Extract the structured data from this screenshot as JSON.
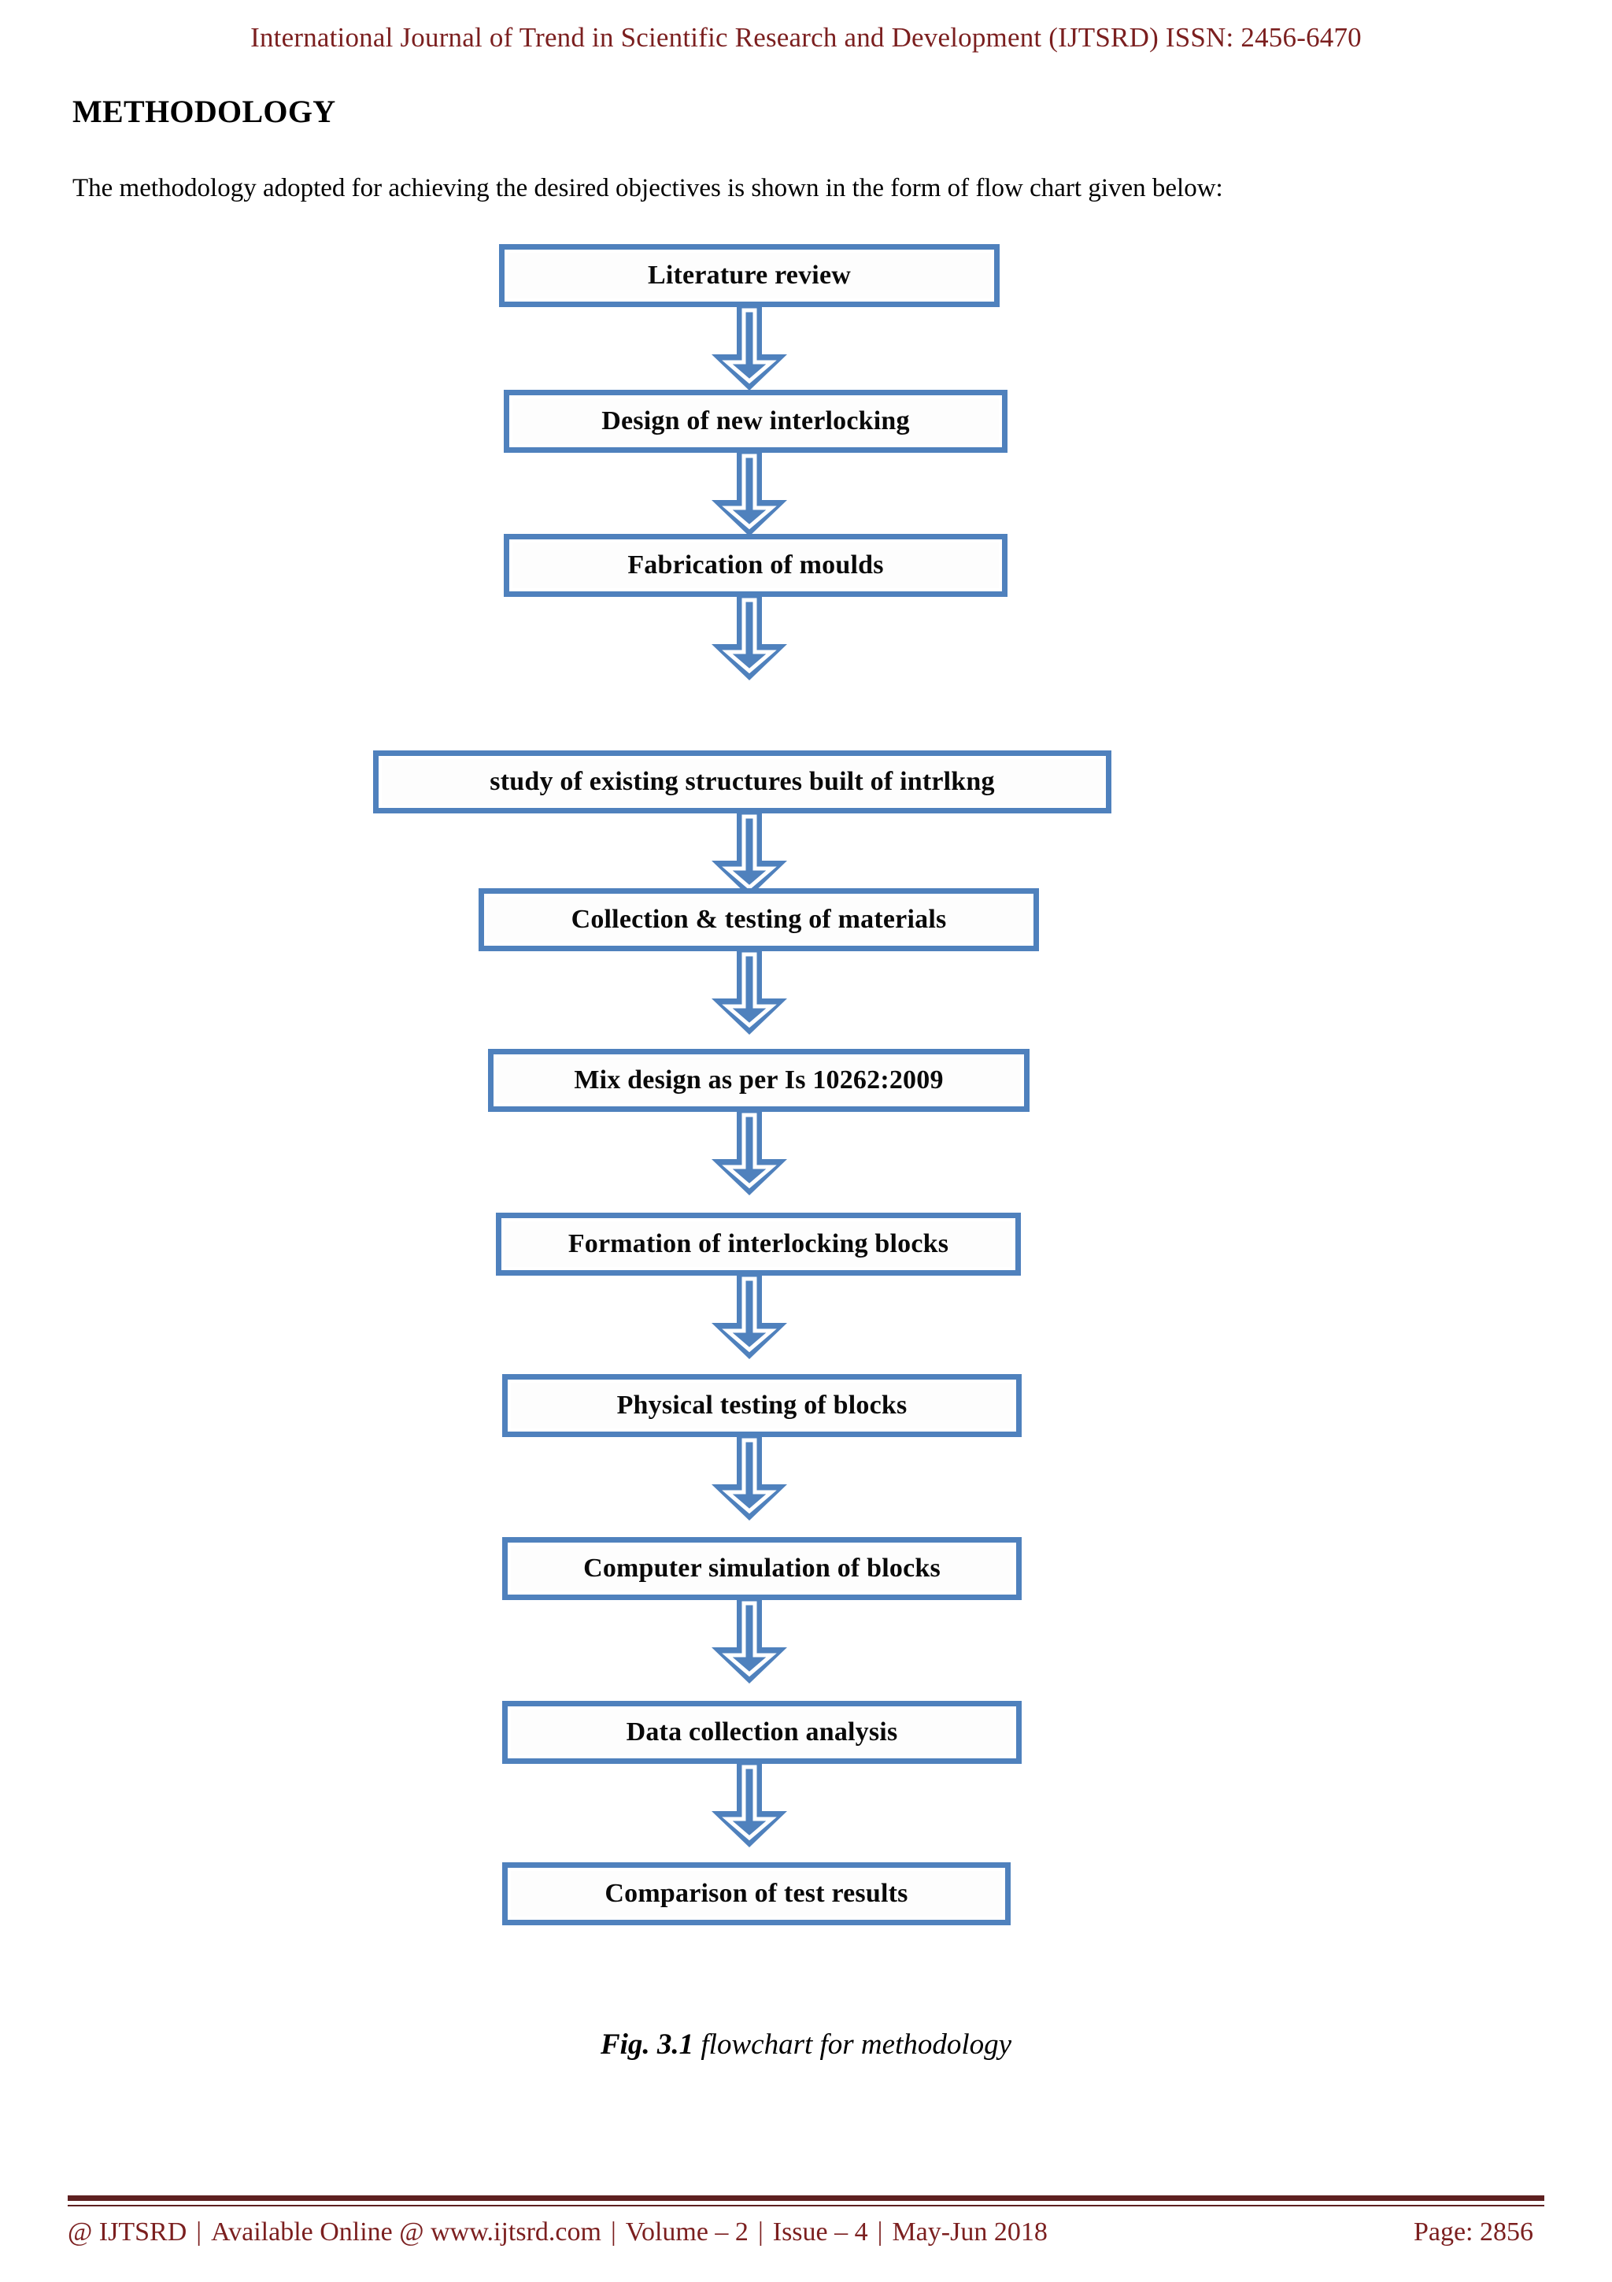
{
  "header": {
    "running_title": "International Journal of Trend in Scientific Research and Development (IJTSRD) ISSN: 2456-6470",
    "color": "#7b1f1f"
  },
  "section": {
    "heading": "METHODOLOGY",
    "intro": "The methodology adopted for achieving the desired objectives is shown in the form of flow chart given below:"
  },
  "flowchart": {
    "accent_color": "#4f81bd",
    "nodes": [
      {
        "label": "Literature review"
      },
      {
        "label": "Design of new interlocking"
      },
      {
        "label": "Fabrication of moulds"
      },
      {
        "label": "study of existing structures built of intrlkng"
      },
      {
        "label": "Collection & testing of materials"
      },
      {
        "label": "Mix design as per Is 10262:2009"
      },
      {
        "label": "Formation of interlocking blocks"
      },
      {
        "label": "Physical testing of blocks"
      },
      {
        "label": "Computer simulation of blocks"
      },
      {
        "label": "Data collection analysis"
      },
      {
        "label": "Comparison of test results"
      }
    ],
    "arrow_count": 10
  },
  "caption": {
    "number": "Fig. 3.1",
    "text": " flowchart for methodology"
  },
  "footer": {
    "brand": "@ IJTSRD",
    "availability": "Available Online @ www.ijtsrd.com",
    "volume": "Volume – 2",
    "issue": "Issue – 4",
    "period": "May-Jun 2018",
    "page": "Page: 2856",
    "separator": "|",
    "color": "#7b1f1f"
  }
}
